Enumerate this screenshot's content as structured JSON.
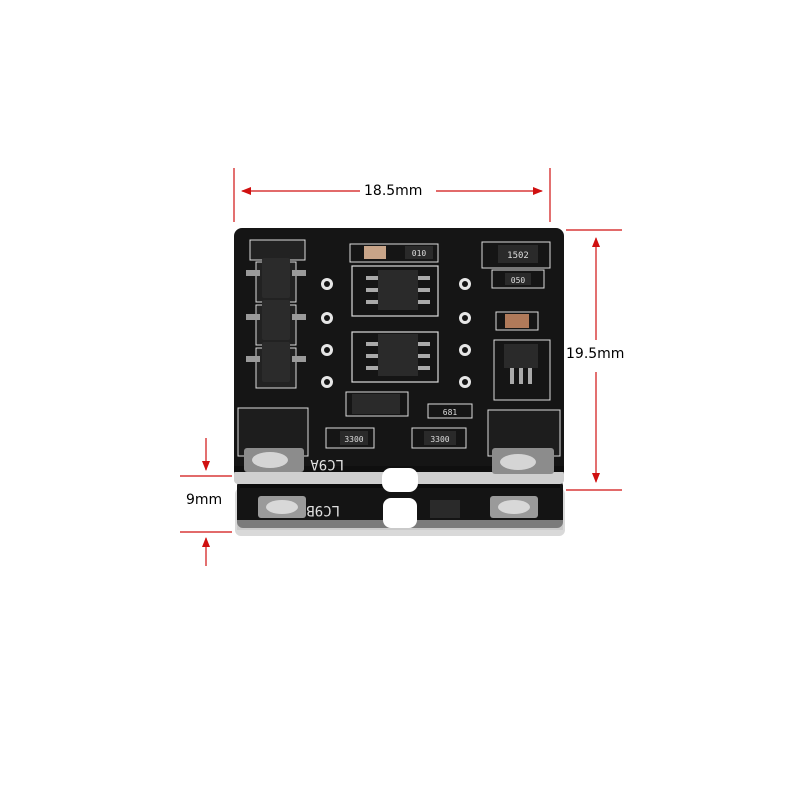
{
  "image": {
    "subject": "pcb-module-stack",
    "background_color": "#ffffff",
    "pcb_color": "#111111",
    "silkscreen_color": "#e8e8e8",
    "dimension_line_color": "#d01010"
  },
  "dimensions": {
    "width_label": "18.5mm",
    "height_label": "19.5mm",
    "thickness_label": "9mm"
  },
  "board_markings": {
    "top_board": "LC9A",
    "bottom_board": "LC9B",
    "resistors": [
      "1502",
      "050",
      "010",
      "3300",
      "3300",
      "681"
    ]
  }
}
